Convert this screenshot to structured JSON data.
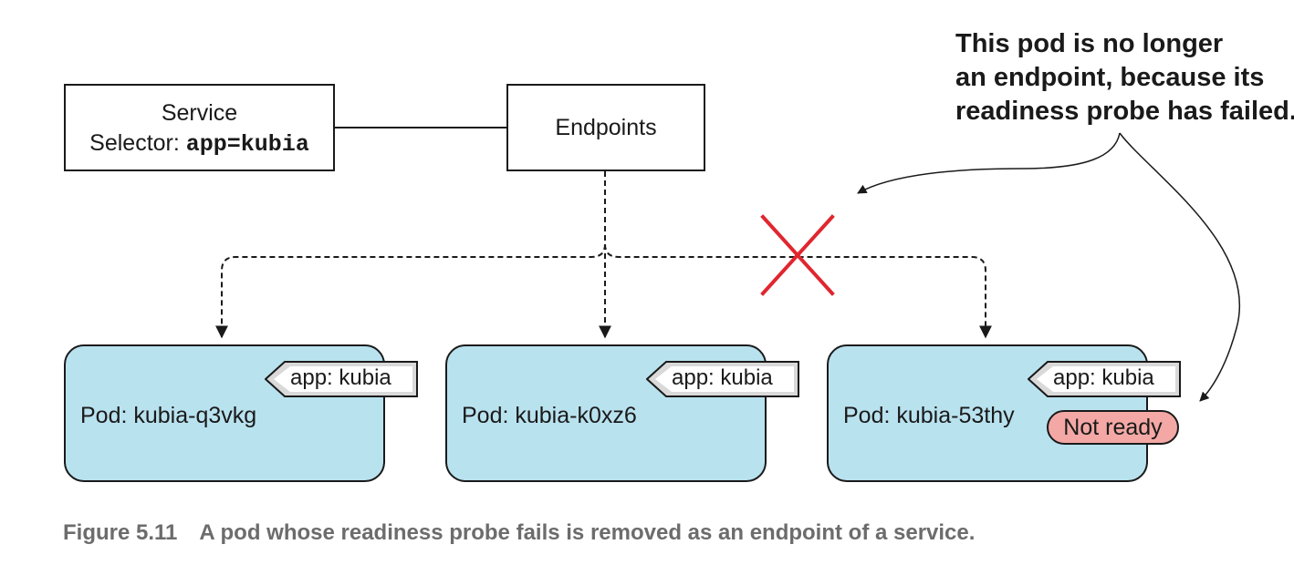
{
  "service": {
    "title": "Service",
    "selector_label": "Selector:",
    "selector_value": "app=kubia"
  },
  "endpoints": {
    "label": "Endpoints"
  },
  "pods": [
    {
      "name": "Pod: kubia-q3vkg",
      "label": "app: kubia"
    },
    {
      "name": "Pod: kubia-k0xz6",
      "label": "app: kubia"
    },
    {
      "name": "Pod: kubia-53thy",
      "label": "app: kubia",
      "status": "Not ready"
    }
  ],
  "callout": {
    "lines": [
      "This pod is no longer",
      "an endpoint, because its",
      "readiness probe has failed."
    ]
  },
  "caption": {
    "number": "Figure 5.11",
    "text": "A pod whose readiness probe fails is removed as an endpoint of a service."
  },
  "colors": {
    "pod_fill": "#b9e2ef",
    "not_ready_fill": "#f3a8a5",
    "cross": "#e0262f",
    "label_tag": "#d9d9d9"
  }
}
